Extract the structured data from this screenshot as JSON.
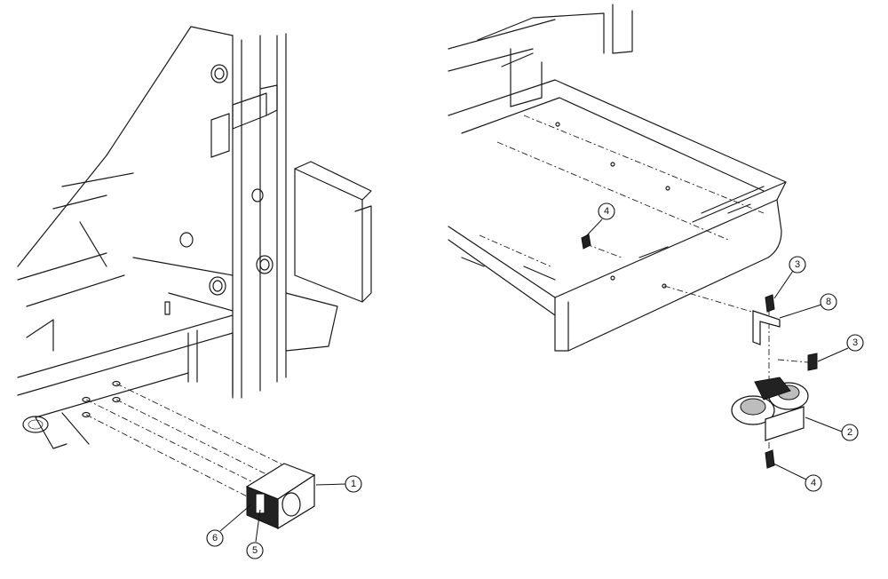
{
  "callouts": [
    {
      "id": "c1",
      "label": "1"
    },
    {
      "id": "c2",
      "label": "2"
    },
    {
      "id": "c3a",
      "label": "3"
    },
    {
      "id": "c3b",
      "label": "3"
    },
    {
      "id": "c4a",
      "label": "4"
    },
    {
      "id": "c4b",
      "label": "4"
    },
    {
      "id": "c5",
      "label": "5"
    },
    {
      "id": "c6",
      "label": "6"
    },
    {
      "id": "c8",
      "label": "8"
    }
  ]
}
